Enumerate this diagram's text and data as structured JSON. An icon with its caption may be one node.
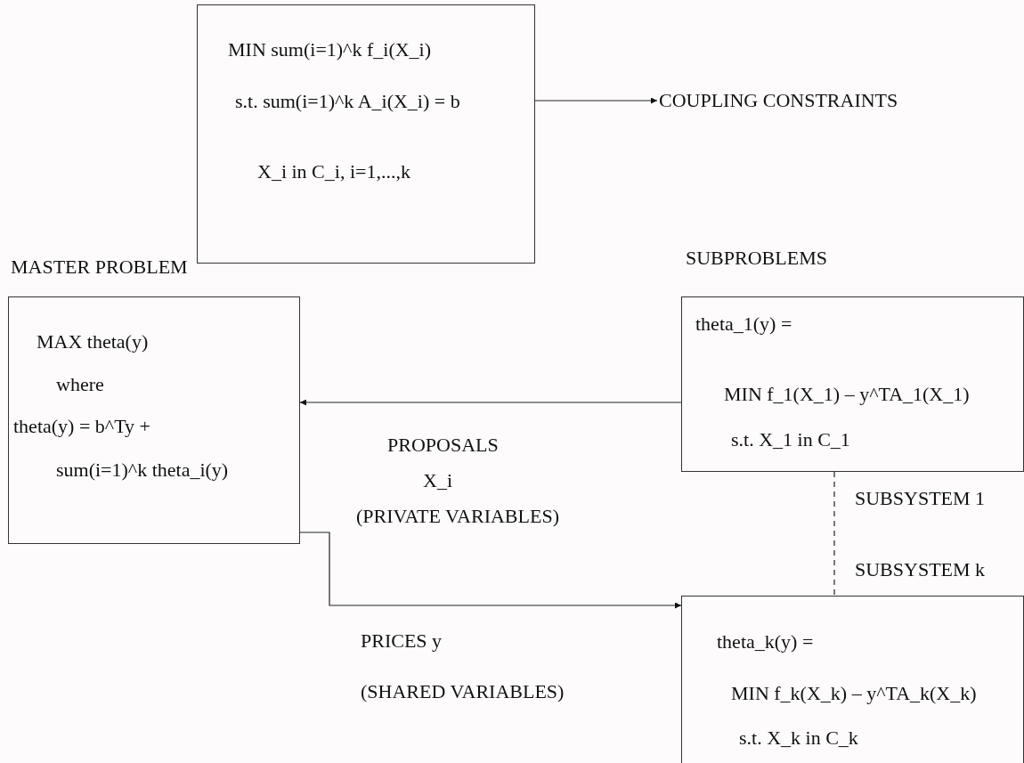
{
  "diagram": {
    "nodes": [
      {
        "text": [
          "MIN sum(i=1)^k f_i(X_i)",
          "s.t. sum(i=1)^k A_i(X_i) = b",
          "X_i in C_i, i=1,...,k"
        ]
      },
      {
        "text": [
          "COUPLING CONSTRAINTS"
        ]
      },
      {
        "text": [
          "theta_1(y) =",
          "MIN f_1(X_1) – y^TA_1(X_1)",
          "s.t. X_1 in C_1"
        ]
      },
      {
        "text": [
          "theta_k(y) =",
          "MIN f_k(X_k) – y^TA_k(X_k)",
          "s.t. X_k in C_k"
        ]
      },
      {
        "text": [
          "MAX theta(y)",
          "where",
          "theta(y) = b^Ty +",
          "sum(i=1)^k theta_i(y)"
        ]
      }
    ],
    "edges": [
      {
        "from": 0,
        "to": 1,
        "arrow": "to"
      },
      {
        "from": 2,
        "to": 4,
        "arrow": "to",
        "label": "PROPOSALS"
      },
      {
        "from": 4,
        "to": 3,
        "arrow": "to",
        "label": "PRICES y"
      },
      {
        "from": 2,
        "to": 3,
        "arrow": "none",
        "style": "dashed"
      }
    ],
    "labels": [
      "SUBPROBLEMS",
      "MASTER PROBLEM",
      "X_i",
      "(PRIVATE VARIABLES)",
      "SUBSYSTEM 1",
      "SUBSYSTEM k",
      "(SHARED VARIABLES)"
    ]
  }
}
